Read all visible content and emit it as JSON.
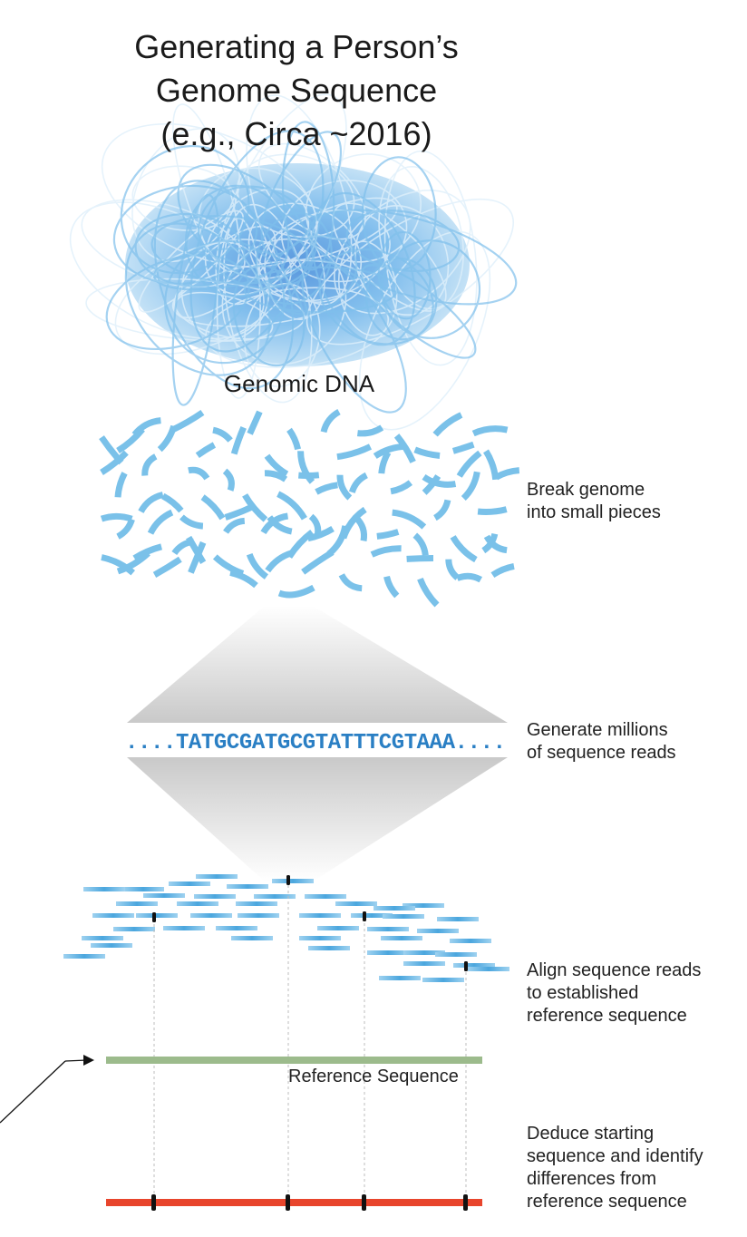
{
  "title": {
    "line1": "Generating a Person’s",
    "line2": "Genome Sequence",
    "line3": "(e.g., Circa ~2016)"
  },
  "genomic_dna_label": "Genomic DNA",
  "steps": [
    {
      "line1": "Break genome",
      "line2": "into small pieces"
    },
    {
      "line1": "Generate millions",
      "line2": "of sequence reads"
    },
    {
      "line1": "Align sequence reads",
      "line2": "to established",
      "line3": "reference sequence"
    },
    {
      "line1": "Deduce starting",
      "line2": "sequence and identify",
      "line3": "differences from",
      "line4": "reference sequence"
    }
  ],
  "sequence_read": "....TATGCGATGCGTATTTCGTAAA....",
  "reference_label": "Reference Sequence",
  "colors": {
    "dna_blue": "#5bb3e3",
    "sequence_text": "#2a7fc4",
    "reference_bar": "#9cbb8c",
    "result_bar": "#e8452c",
    "marker": "#111111",
    "guide_line": "#bdbdbd"
  }
}
